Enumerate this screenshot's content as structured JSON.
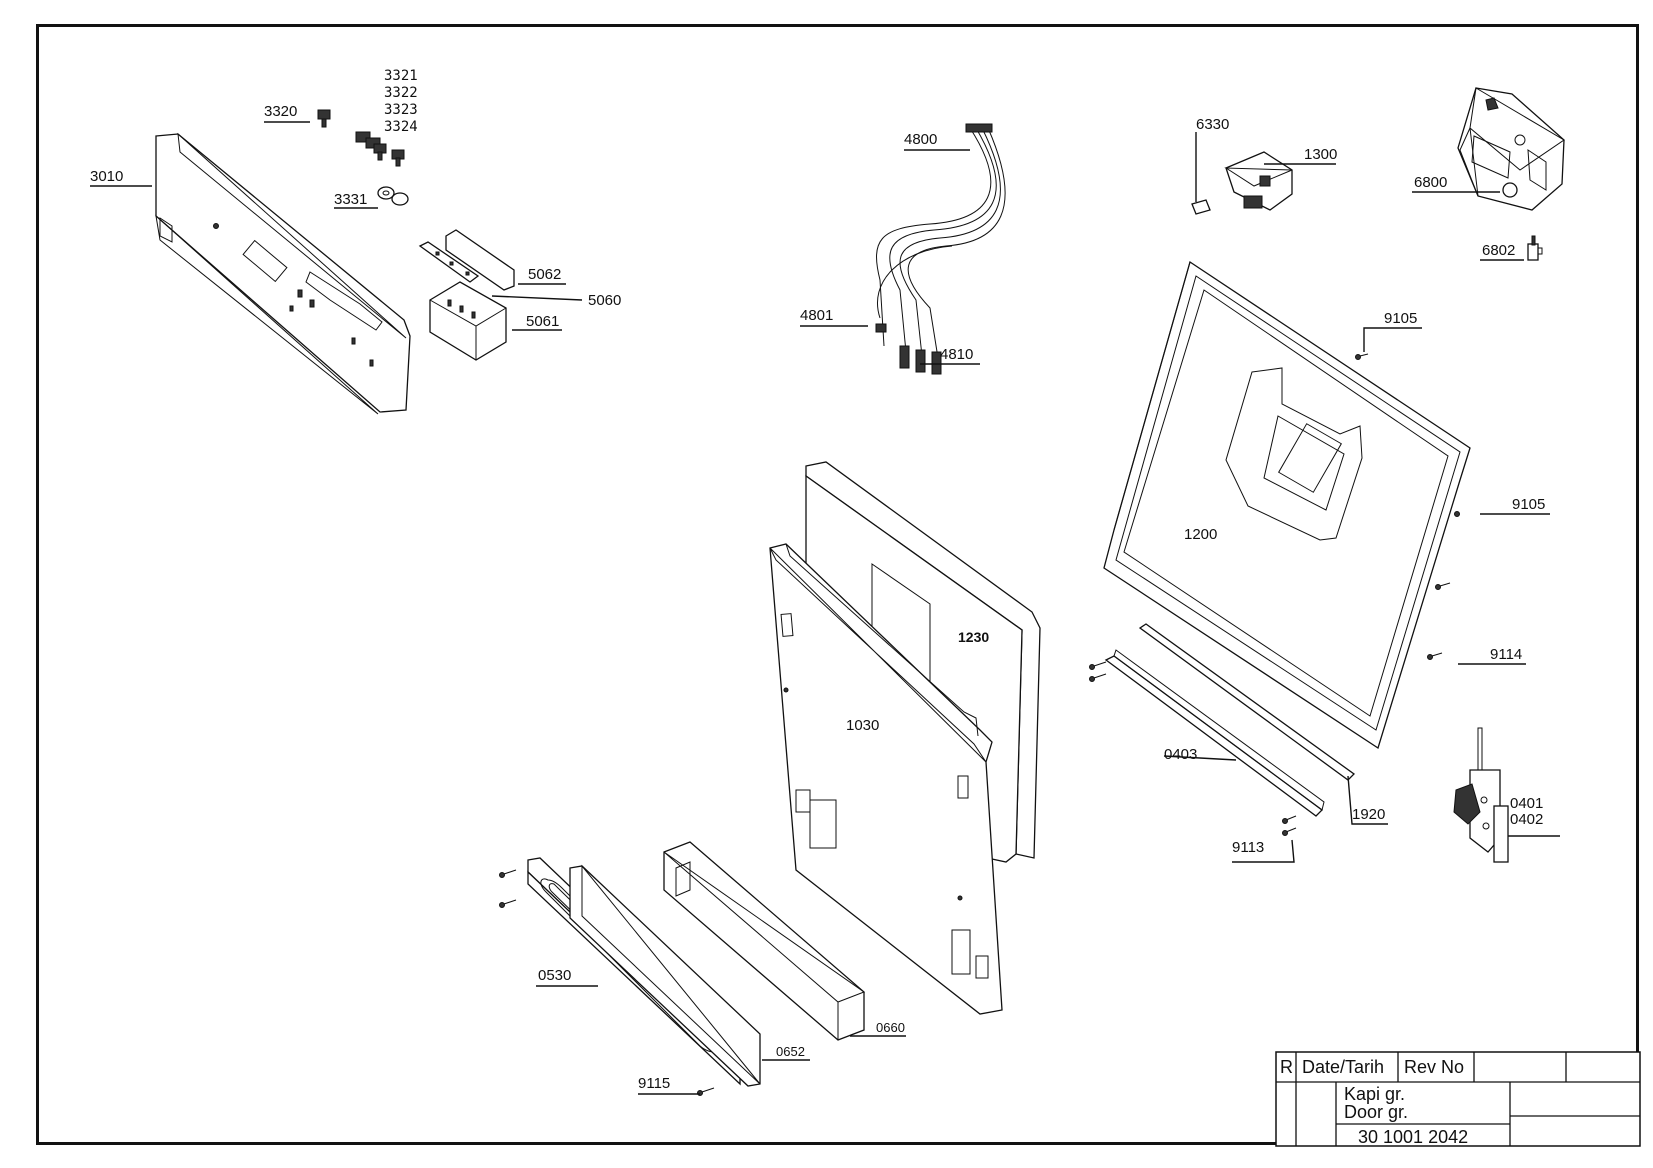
{
  "labels": {
    "p3010": "3010",
    "p3320": "3320",
    "p3321": "3321",
    "p3322": "3322",
    "p3323": "3323",
    "p3324": "3324",
    "p3331": "3331",
    "p5062": "5062",
    "p5060": "5060",
    "p5061": "5061",
    "p4800": "4800",
    "p4801": "4801",
    "p4810": "4810",
    "p6330": "6330",
    "p1300": "1300",
    "p6800": "6800",
    "p6802": "6802",
    "p9105a": "9105",
    "p9105b": "9105",
    "p1200": "1200",
    "p9114": "9114",
    "p1230": "1230",
    "p1030": "1030",
    "p0403": "0403",
    "p1920": "1920",
    "p9113": "9113",
    "p0401": "0401",
    "p0402": "0402",
    "p0530": "0530",
    "p0652": "0652",
    "p0660": "0660",
    "p9115": "9115"
  },
  "title_block": {
    "col_r": "R",
    "col_date": "Date/Tarih",
    "col_rev": "Rev No",
    "name_tr": "Kapi gr.",
    "name_en": "Door gr.",
    "part_number": "30 1001 2042"
  }
}
